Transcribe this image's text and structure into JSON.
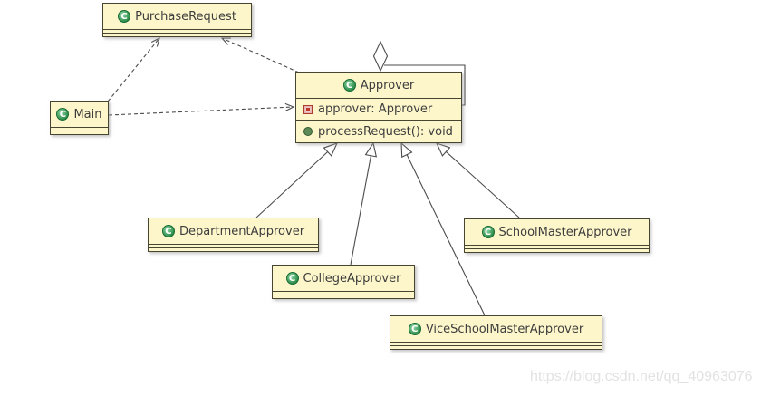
{
  "watermark": "https://blog.csdn.net/qq_40963076",
  "icons": {
    "class_icon_letter": "C"
  },
  "colors": {
    "box_fill": "#fdf6cb",
    "box_border": "#454531",
    "edge_line": "#4b4b4b",
    "class_icon_green": "#2e8f4a",
    "field_icon_red": "#b03a2e",
    "method_icon_green": "#5d8a57",
    "watermark_gray": "#e2e2e2"
  },
  "classes": {
    "purchase_request": {
      "name": "PurchaseRequest"
    },
    "main": {
      "name": "Main"
    },
    "approver": {
      "name": "Approver",
      "field": "approver: Approver",
      "method": "processRequest(): void"
    },
    "department_approver": {
      "name": "DepartmentApprover"
    },
    "college_approver": {
      "name": "CollegeApprover"
    },
    "vice_school_master_approver": {
      "name": "ViceSchoolMasterApprover"
    },
    "school_master_approver": {
      "name": "SchoolMasterApprover"
    }
  },
  "relations": [
    {
      "from": "Main",
      "to": "PurchaseRequest",
      "type": "dashed-dependency"
    },
    {
      "from": "Main",
      "to": "Approver",
      "type": "dashed-dependency"
    },
    {
      "from": "Approver",
      "to": "PurchaseRequest",
      "type": "dashed-dependency"
    },
    {
      "from": "Approver",
      "to": "Approver",
      "type": "self-aggregation"
    },
    {
      "from": "DepartmentApprover",
      "to": "Approver",
      "type": "generalization"
    },
    {
      "from": "CollegeApprover",
      "to": "Approver",
      "type": "generalization"
    },
    {
      "from": "ViceSchoolMasterApprover",
      "to": "Approver",
      "type": "generalization"
    },
    {
      "from": "SchoolMasterApprover",
      "to": "Approver",
      "type": "generalization"
    }
  ]
}
